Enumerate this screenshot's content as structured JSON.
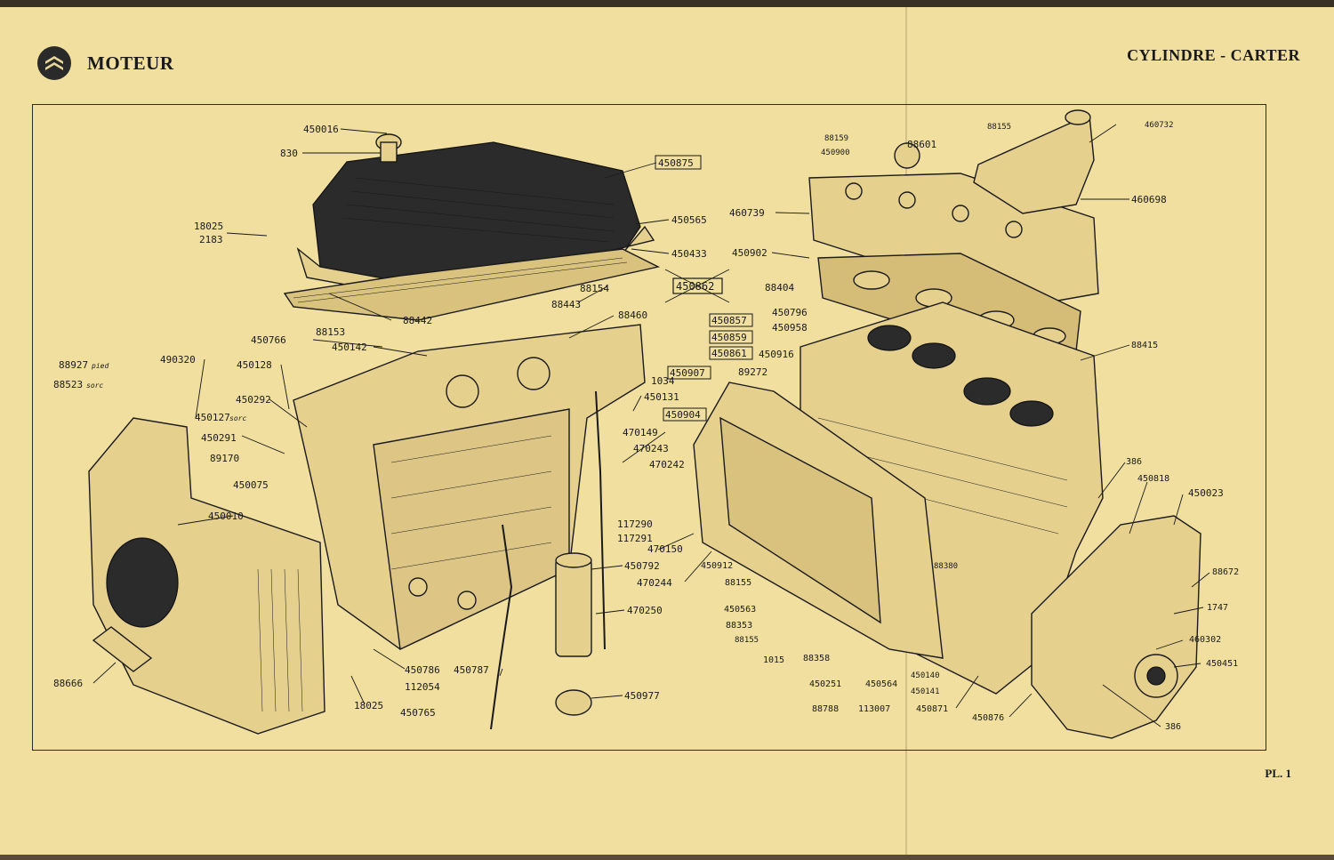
{
  "header": {
    "left_title": "MOTEUR",
    "right_title": "CYLINDRE - CARTER",
    "plate": "PL. 1"
  },
  "logo": {
    "icon": "citroen-chevron-icon"
  },
  "labels": [
    {
      "id": "l1",
      "text": "450016"
    },
    {
      "id": "l2",
      "text": "830"
    },
    {
      "id": "l3",
      "text": "450875",
      "boxed": true
    },
    {
      "id": "l4",
      "text": "18025"
    },
    {
      "id": "l5",
      "text": "2183"
    },
    {
      "id": "l6",
      "text": "450565"
    },
    {
      "id": "l7",
      "text": "450433"
    },
    {
      "id": "l8",
      "text": "450862",
      "boxed": true
    },
    {
      "id": "l9",
      "text": "88154"
    },
    {
      "id": "l10",
      "text": "88443"
    },
    {
      "id": "l11",
      "text": "88460"
    },
    {
      "id": "l12",
      "text": "88442"
    },
    {
      "id": "l13",
      "text": "88153"
    },
    {
      "id": "l14",
      "text": "450766"
    },
    {
      "id": "l15",
      "text": "450142"
    },
    {
      "id": "l16",
      "text": "490320"
    },
    {
      "id": "l17",
      "text": "450128"
    },
    {
      "id": "l18",
      "text": "88927"
    },
    {
      "id": "l18b",
      "text": "pied"
    },
    {
      "id": "l19",
      "text": "88523"
    },
    {
      "id": "l19b",
      "text": "sorc"
    },
    {
      "id": "l20",
      "text": "450292"
    },
    {
      "id": "l21",
      "text": "450127"
    },
    {
      "id": "l21b",
      "text": "sorc"
    },
    {
      "id": "l22",
      "text": "450291"
    },
    {
      "id": "l23",
      "text": "89170"
    },
    {
      "id": "l24",
      "text": "450075"
    },
    {
      "id": "l25",
      "text": "450010"
    },
    {
      "id": "l26",
      "text": "88666"
    },
    {
      "id": "l27",
      "text": "18025"
    },
    {
      "id": "l28",
      "text": "450765"
    },
    {
      "id": "l29",
      "text": "450786"
    },
    {
      "id": "l30",
      "text": "112054"
    },
    {
      "id": "l31",
      "text": "450787"
    },
    {
      "id": "l32",
      "text": "450977"
    },
    {
      "id": "l33",
      "text": "470250"
    },
    {
      "id": "l34",
      "text": "450792"
    },
    {
      "id": "l35",
      "text": "470244"
    },
    {
      "id": "l36",
      "text": "470150"
    },
    {
      "id": "l37",
      "text": "117291"
    },
    {
      "id": "l38",
      "text": "117290"
    },
    {
      "id": "l39",
      "text": "470242"
    },
    {
      "id": "l40",
      "text": "470243"
    },
    {
      "id": "l41",
      "text": "470149"
    },
    {
      "id": "l42",
      "text": "450131"
    },
    {
      "id": "l43",
      "text": "1034"
    },
    {
      "id": "l44",
      "text": "450907",
      "boxed": true
    },
    {
      "id": "l45",
      "text": "450904",
      "boxed": true
    },
    {
      "id": "l46",
      "text": "450857",
      "boxed": true
    },
    {
      "id": "l47",
      "text": "450859",
      "boxed": true
    },
    {
      "id": "l48",
      "text": "450861",
      "boxed": true
    },
    {
      "id": "l49",
      "text": "89272"
    },
    {
      "id": "l50",
      "text": "450916"
    },
    {
      "id": "l51",
      "text": "450958"
    },
    {
      "id": "l52",
      "text": "450796"
    },
    {
      "id": "l53",
      "text": "88404"
    },
    {
      "id": "l54",
      "text": "450902"
    },
    {
      "id": "l55",
      "text": "460739"
    },
    {
      "id": "l56",
      "text": "88159"
    },
    {
      "id": "l57",
      "text": "450900"
    },
    {
      "id": "l58",
      "text": "88601"
    },
    {
      "id": "l59",
      "text": "88155"
    },
    {
      "id": "l60",
      "text": "460732"
    },
    {
      "id": "l61",
      "text": "460698"
    },
    {
      "id": "l62",
      "text": "88415"
    },
    {
      "id": "l63",
      "text": "386"
    },
    {
      "id": "l64",
      "text": "450818"
    },
    {
      "id": "l65",
      "text": "450023"
    },
    {
      "id": "l66",
      "text": "88672"
    },
    {
      "id": "l67",
      "text": "1747"
    },
    {
      "id": "l68",
      "text": "460302"
    },
    {
      "id": "l69",
      "text": "450451"
    },
    {
      "id": "l70",
      "text": "386"
    },
    {
      "id": "l71",
      "text": "450876"
    },
    {
      "id": "l72",
      "text": "450871"
    },
    {
      "id": "l73",
      "text": "450141"
    },
    {
      "id": "l74",
      "text": "450140"
    },
    {
      "id": "l75",
      "text": "88380"
    },
    {
      "id": "l76",
      "text": "450564"
    },
    {
      "id": "l77",
      "text": "113007"
    },
    {
      "id": "l78",
      "text": "88788"
    },
    {
      "id": "l79",
      "text": "450251"
    },
    {
      "id": "l80",
      "text": "88358"
    },
    {
      "id": "l81",
      "text": "1015"
    },
    {
      "id": "l82",
      "text": "88155"
    },
    {
      "id": "l83",
      "text": "88353"
    },
    {
      "id": "l84",
      "text": "450563"
    },
    {
      "id": "l85",
      "text": "88155"
    },
    {
      "id": "l86",
      "text": "450912"
    }
  ]
}
